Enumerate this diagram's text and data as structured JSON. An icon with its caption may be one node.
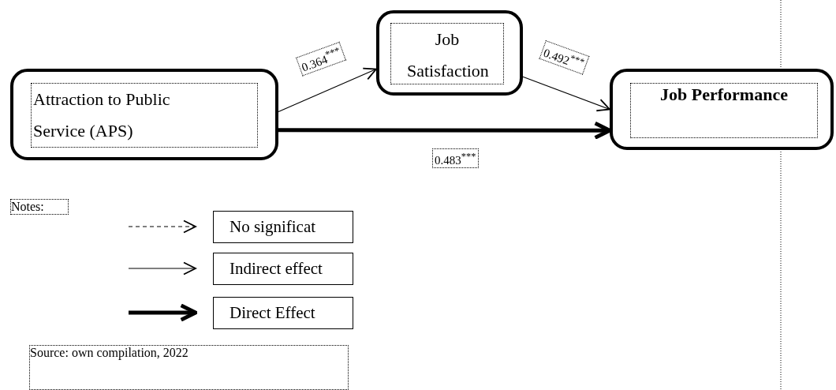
{
  "diagram": {
    "nodes": [
      {
        "text": [
          "Attraction to Public Service (APS)"
        ]
      },
      {
        "text": [
          "Job Satisfaction"
        ]
      },
      {
        "text": [
          "Job Performance"
        ]
      }
    ],
    "edges": [
      {
        "from": 0,
        "to": 1,
        "arrow": "to",
        "label": "0.364$^{***}$"
      },
      {
        "from": 1,
        "to": 2,
        "arrow": "to",
        "label": "0.492$^{***}$"
      },
      {
        "from": 0,
        "to": 2,
        "arrow": "to",
        "label": "0.483$^{***}$",
        "style": "thick"
      }
    ],
    "labels": [
      "Notes:",
      "Source: own compilation, 2022"
    ],
    "legend": [
      {
        "text": "No significat"
      },
      {
        "text": "Indirect effect"
      },
      {
        "text": "Direct Effect"
      }
    ]
  }
}
